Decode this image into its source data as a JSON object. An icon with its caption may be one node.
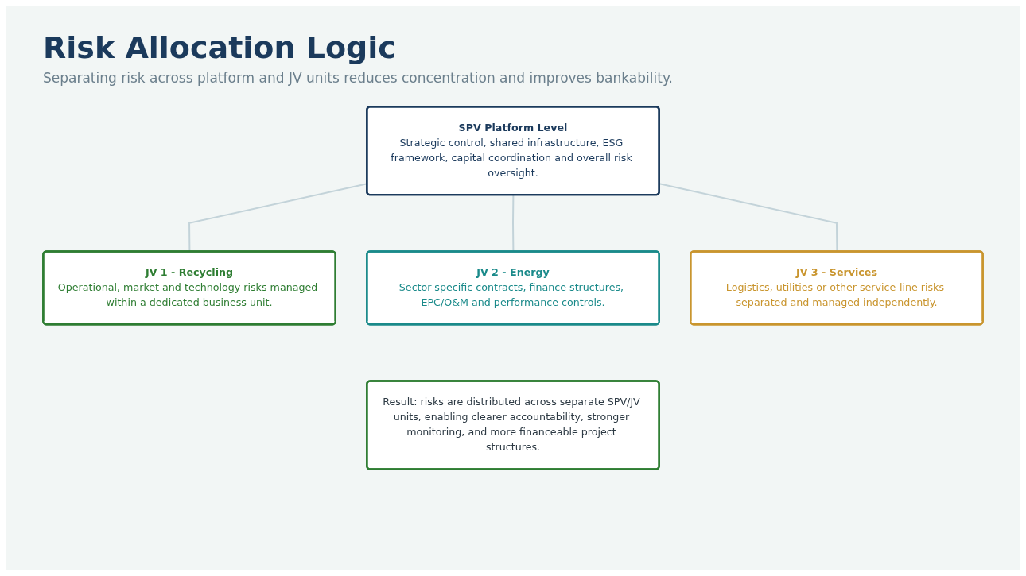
{
  "diagram": {
    "title": "Risk Allocation Logic",
    "nodes": [
      {
        "text": [
          "SPV Platform Level",
          "Strategic control, shared infrastructure, ESG framework, capital coordination and overall risk oversight."
        ]
      },
      {
        "text": [
          "JV 1 - Recycling",
          "Operational, market and technology risks managed within a dedicated business unit."
        ]
      },
      {
        "text": [
          "JV 2 - Energy",
          "Sector-specific contracts, finance structures, EPC/O&M and performance controls."
        ]
      },
      {
        "text": [
          "JV 3 - Services",
          "Logistics, utilities or other service-line risks separated and managed independently."
        ]
      },
      {
        "text": [
          "Result: risks are distributed across separate SPV/JV units, enabling clearer accountability, stronger monitoring, and more financeable project structures."
        ]
      }
    ],
    "edges": [
      {
        "from": 0,
        "to": 1,
        "arrow": "none"
      },
      {
        "from": 0,
        "to": 2,
        "arrow": "none"
      },
      {
        "from": 0,
        "to": 3,
        "arrow": "none"
      }
    ],
    "labels": [
      "Separating risk across platform and JV units reduces concentration and improves bankability."
    ]
  }
}
